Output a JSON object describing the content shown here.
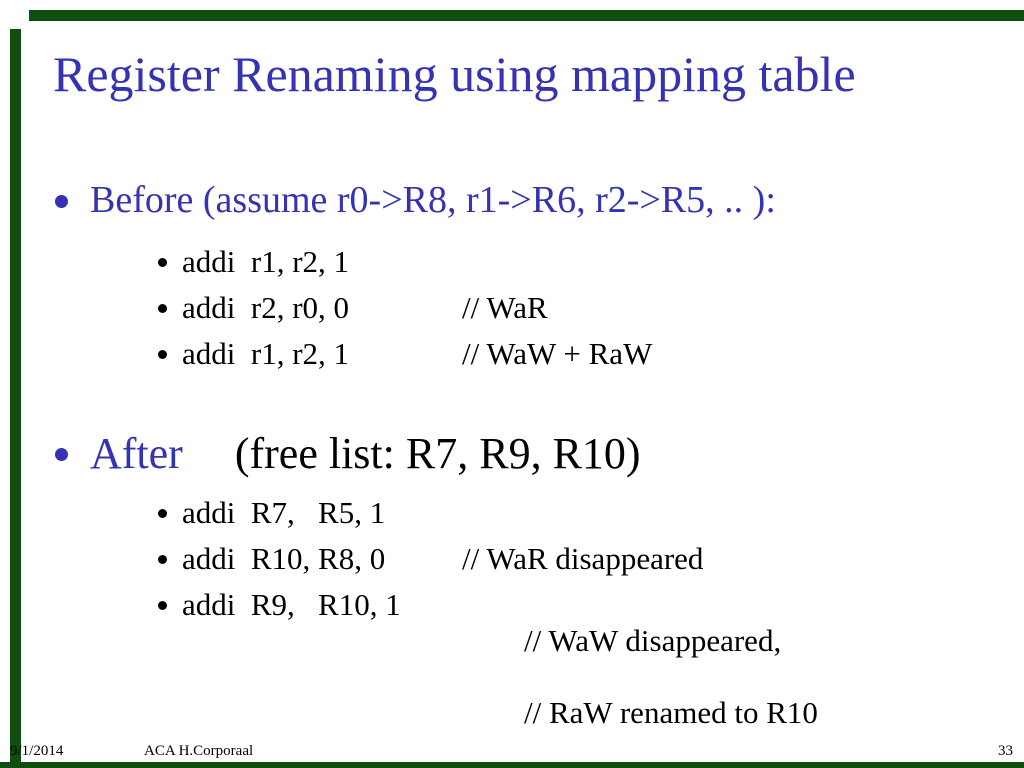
{
  "slide": {
    "title": "Register Renaming using mapping table",
    "before": {
      "label": "Before (assume r0->R8, r1->R6, r2->R5, .. ):",
      "lines": [
        {
          "code": "addi  r1, r2, 1",
          "comment": ""
        },
        {
          "code": "addi  r2, r0, 0",
          "comment": "// WaR"
        },
        {
          "code": "addi  r1, r2, 1",
          "comment": "// WaW + RaW"
        }
      ]
    },
    "after": {
      "label": "After",
      "label_suffix": "(free list: R7, R9, R10)",
      "lines": [
        {
          "code": "addi  R7,   R5, 1",
          "comment": ""
        },
        {
          "code": "addi  R10, R8, 0",
          "comment": "// WaR disappeared"
        },
        {
          "code": "addi  R9,   R10, 1",
          "comment": "// WaW disappeared,",
          "comment2": "// RaW renamed to R10"
        }
      ]
    },
    "footer": {
      "date": "9/1/2014",
      "author": "ACA H.Corporaal",
      "page": "33"
    },
    "colors": {
      "accent_blue": "#3333b3",
      "frame_green": "#0f4e0f"
    }
  }
}
